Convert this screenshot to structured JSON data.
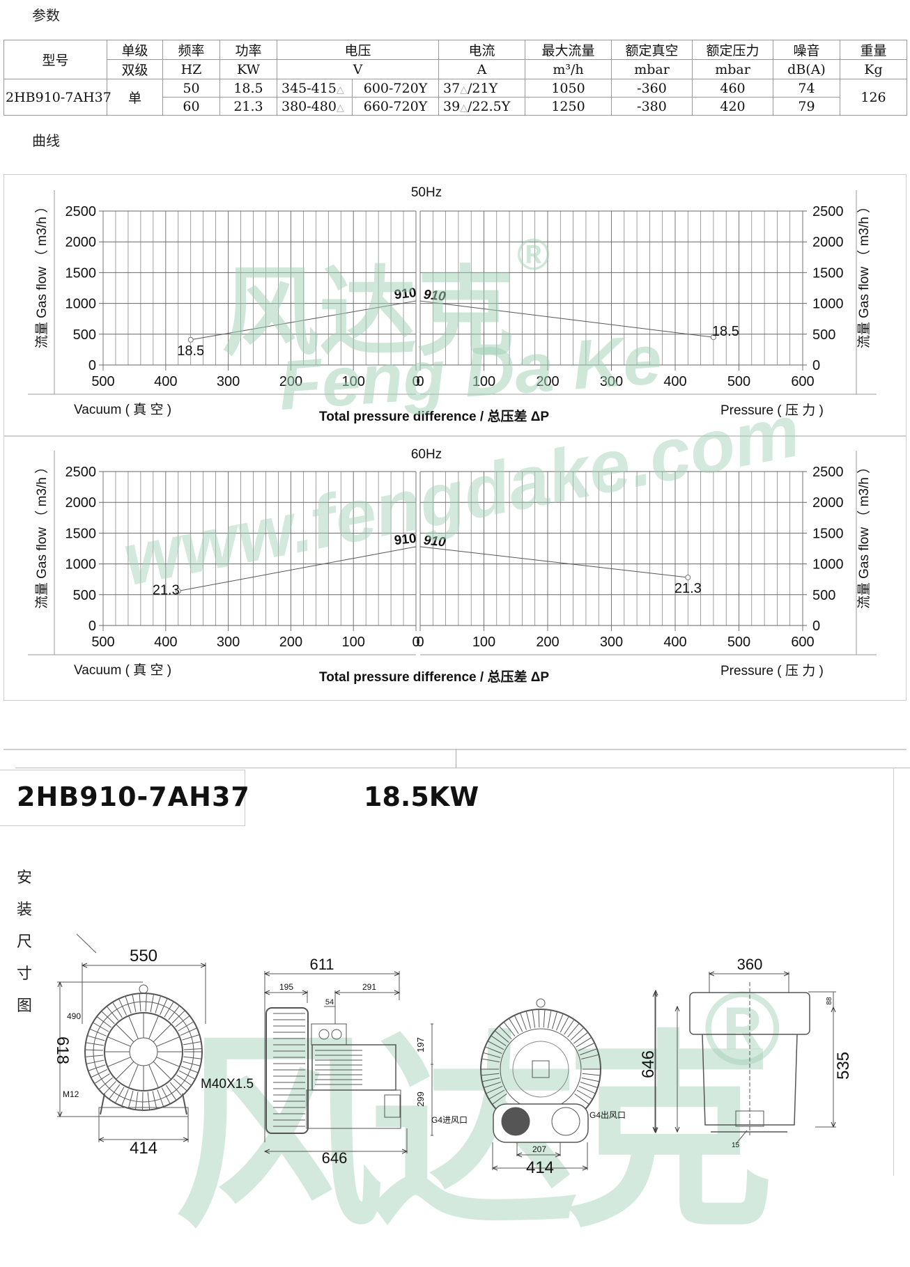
{
  "params_section": {
    "title": "参数"
  },
  "spec_table": {
    "header_row1": {
      "model": "型号",
      "stage_single": "单级",
      "frequency": "频率",
      "power": "功率",
      "voltage": "电压",
      "current": "电流",
      "max_flow": "最大流量",
      "rated_vacuum": "额定真空",
      "rated_pressure": "额定压力",
      "noise": "噪音",
      "weight": "重量"
    },
    "header_row2": {
      "stage_double": "双级",
      "frequency_unit": "HZ",
      "power_unit": "KW",
      "voltage_unit": "V",
      "current_unit": "A",
      "max_flow_unit": "m³/h",
      "rated_vacuum_unit": "mbar",
      "rated_pressure_unit": "mbar",
      "noise_unit": "dB(A)",
      "weight_unit": "Kg"
    },
    "model": "2HB910-7AH37",
    "stage": "单",
    "weight": "126",
    "rows": [
      {
        "frequency": "50",
        "power": "18.5",
        "voltage_delta": "345-415",
        "voltage_y": "600-720Y",
        "current_a": "37",
        "current_b": "/21Y",
        "max_flow": "1050",
        "rated_vacuum": "-360",
        "rated_pressure": "460",
        "noise": "74"
      },
      {
        "frequency": "60",
        "power": "21.3",
        "voltage_delta": "380-480",
        "voltage_y": "660-720Y",
        "current_a": "39",
        "current_b": "/22.5Y",
        "max_flow": "1250",
        "rated_vacuum": "-380",
        "rated_pressure": "420",
        "noise": "79"
      }
    ],
    "delta_symbol": "△"
  },
  "curves_section": {
    "title": "曲线"
  },
  "chart_data": [
    {
      "type": "line",
      "title": "50Hz",
      "xlabel": "Total pressure difference / 总压差  ΔP",
      "xlabel_left": "Vacuum ( 真 空 )",
      "xlabel_right": "Pressure ( 压 力 )",
      "ylabel": "流量 Gas flow （ m3/h ）",
      "vacuum_axis": {
        "ticks": [
          500,
          400,
          300,
          200,
          100,
          0
        ],
        "range": [
          500,
          0
        ]
      },
      "pressure_axis": {
        "ticks": [
          0,
          100,
          200,
          300,
          400,
          500,
          600
        ],
        "range": [
          0,
          600
        ]
      },
      "y_ticks": [
        0,
        500,
        1000,
        1500,
        2000,
        2500
      ],
      "ylim": [
        0,
        2500
      ],
      "grid": true,
      "series": [
        {
          "name": "910 vacuum",
          "side": "vacuum",
          "x": [
            360,
            0
          ],
          "y": [
            410,
            1040
          ],
          "end_label": "18.5",
          "peak_label": "910"
        },
        {
          "name": "910 pressure",
          "side": "pressure",
          "x": [
            0,
            460
          ],
          "y": [
            1040,
            450
          ],
          "end_label": "18.5",
          "peak_label": "910"
        }
      ]
    },
    {
      "type": "line",
      "title": "60Hz",
      "xlabel": "Total pressure difference / 总压差  ΔP",
      "xlabel_left": "Vacuum ( 真 空 )",
      "xlabel_right": "Pressure ( 压 力 )",
      "ylabel": "流量 Gas flow （ m3/h ）",
      "vacuum_axis": {
        "ticks": [
          500,
          400,
          300,
          200,
          100,
          0
        ],
        "range": [
          500,
          0
        ]
      },
      "pressure_axis": {
        "ticks": [
          0,
          100,
          200,
          300,
          400,
          500,
          600
        ],
        "range": [
          0,
          600
        ]
      },
      "y_ticks": [
        0,
        500,
        1000,
        1500,
        2000,
        2500
      ],
      "ylim": [
        0,
        2500
      ],
      "grid": true,
      "series": [
        {
          "name": "910 vacuum",
          "side": "vacuum",
          "x": [
            380,
            0
          ],
          "y": [
            560,
            1280
          ],
          "end_label": "21.3",
          "peak_label": "910"
        },
        {
          "name": "910 pressure",
          "side": "pressure",
          "x": [
            0,
            420
          ],
          "y": [
            1280,
            780
          ],
          "end_label": "21.3",
          "peak_label": "910"
        }
      ]
    }
  ],
  "watermarks": {
    "chinese": "风达克",
    "registered": "®",
    "latin": "Feng Da Ke",
    "url": "www.fengdake.com"
  },
  "drawing": {
    "model": "2HB910-7AH37",
    "power": "18.5KW",
    "vertical_title": [
      "安",
      "装",
      "尺",
      "寸",
      "图"
    ],
    "front_view": {
      "width": "550",
      "height": "618",
      "diameter": "490",
      "bolt": "M12",
      "base_width": "414",
      "thread": "M40X1.5"
    },
    "side_view": {
      "overall_length": "611",
      "housing_depth": "195",
      "motor_length": "291",
      "terminal_spacing": "54",
      "upper_height": "197",
      "lower_height": "299",
      "base_length": "646",
      "inlet_label": "G4进风口"
    },
    "rear_view": {
      "height": "646",
      "outlet_label": "G4出风口",
      "port_spacing": "207",
      "base_width": "414"
    },
    "top_view": {
      "width": "360",
      "top_offset": "88",
      "height": "535",
      "foot": "15"
    }
  }
}
